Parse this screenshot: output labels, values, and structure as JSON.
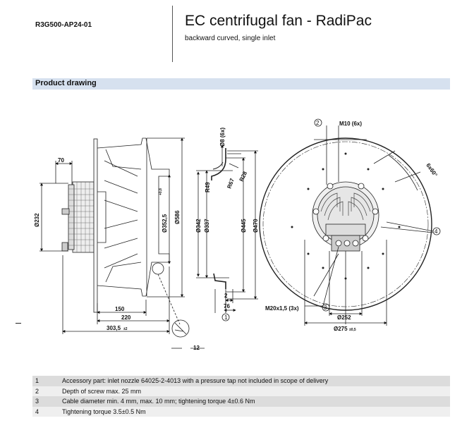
{
  "header": {
    "model": "R3G500-AP24-01",
    "title": "EC centrifugal fan - RadiPac",
    "subtitle": "backward curved, single inlet"
  },
  "section": {
    "title": "Product drawing"
  },
  "drawing": {
    "labels": {
      "d70": "70",
      "d232": "Ø232",
      "d352": "Ø352,5",
      "d352_tol": "+0,8",
      "d586": "Ø586",
      "d150": "150",
      "d220": "220",
      "d303": "303,5",
      "d303_tol": "±2",
      "d12": "12",
      "d8": "Ø8 (6x)",
      "r49": "R49",
      "r67": "R67",
      "r28": "R28",
      "d342": "Ø342",
      "d337": "Ø337",
      "d445": "Ø445",
      "d470": "Ø470",
      "d2": "2",
      "d76": "76",
      "m10": "M10 (6x)",
      "angle": "6x60°",
      "m20": "M20x1,5 (3x)",
      "d252": "Ø252",
      "d275": "Ø275",
      "d275_tol": "±0,5",
      "c1": "1",
      "c2": "2",
      "c3": "3",
      "c4": "4"
    }
  },
  "notes": [
    {
      "num": "1",
      "text": "Accessory part: inlet nozzle 64025-2-4013 with a pressure tap not included in scope of delivery"
    },
    {
      "num": "2",
      "text": "Depth of screw max. 25 mm"
    },
    {
      "num": "3",
      "text": "Cable diameter min. 4 mm, max. 10 mm; tightening torque 4±0.6 Nm"
    },
    {
      "num": "4",
      "text": "Tightening torque 3.5±0.5 Nm"
    }
  ]
}
